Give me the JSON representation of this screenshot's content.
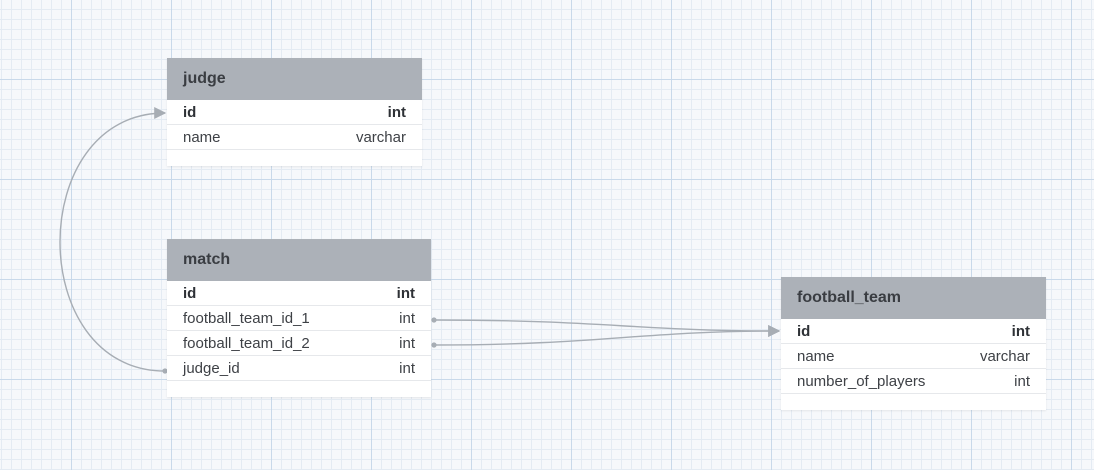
{
  "colors": {
    "canvas_background": "#f6f8fb",
    "grid_major": "#c9d9ea",
    "grid_minor": "#e4ebf3",
    "table_header": "#acb1b8",
    "connector": "#a7adb4"
  },
  "tables": {
    "judge": {
      "name": "judge",
      "columns": [
        {
          "name": "id",
          "type": "int",
          "primary_key": true
        },
        {
          "name": "name",
          "type": "varchar",
          "primary_key": false
        }
      ]
    },
    "match": {
      "name": "match",
      "columns": [
        {
          "name": "id",
          "type": "int",
          "primary_key": true
        },
        {
          "name": "football_team_id_1",
          "type": "int",
          "primary_key": false
        },
        {
          "name": "football_team_id_2",
          "type": "int",
          "primary_key": false
        },
        {
          "name": "judge_id",
          "type": "int",
          "primary_key": false
        }
      ]
    },
    "football_team": {
      "name": "football_team",
      "columns": [
        {
          "name": "id",
          "type": "int",
          "primary_key": true
        },
        {
          "name": "name",
          "type": "varchar",
          "primary_key": false
        },
        {
          "name": "number_of_players",
          "type": "int",
          "primary_key": false
        }
      ]
    }
  },
  "relationships": [
    {
      "from": "match.football_team_id_1",
      "to": "football_team.id"
    },
    {
      "from": "match.football_team_id_2",
      "to": "football_team.id"
    },
    {
      "from": "match.judge_id",
      "to": "judge.id"
    }
  ]
}
